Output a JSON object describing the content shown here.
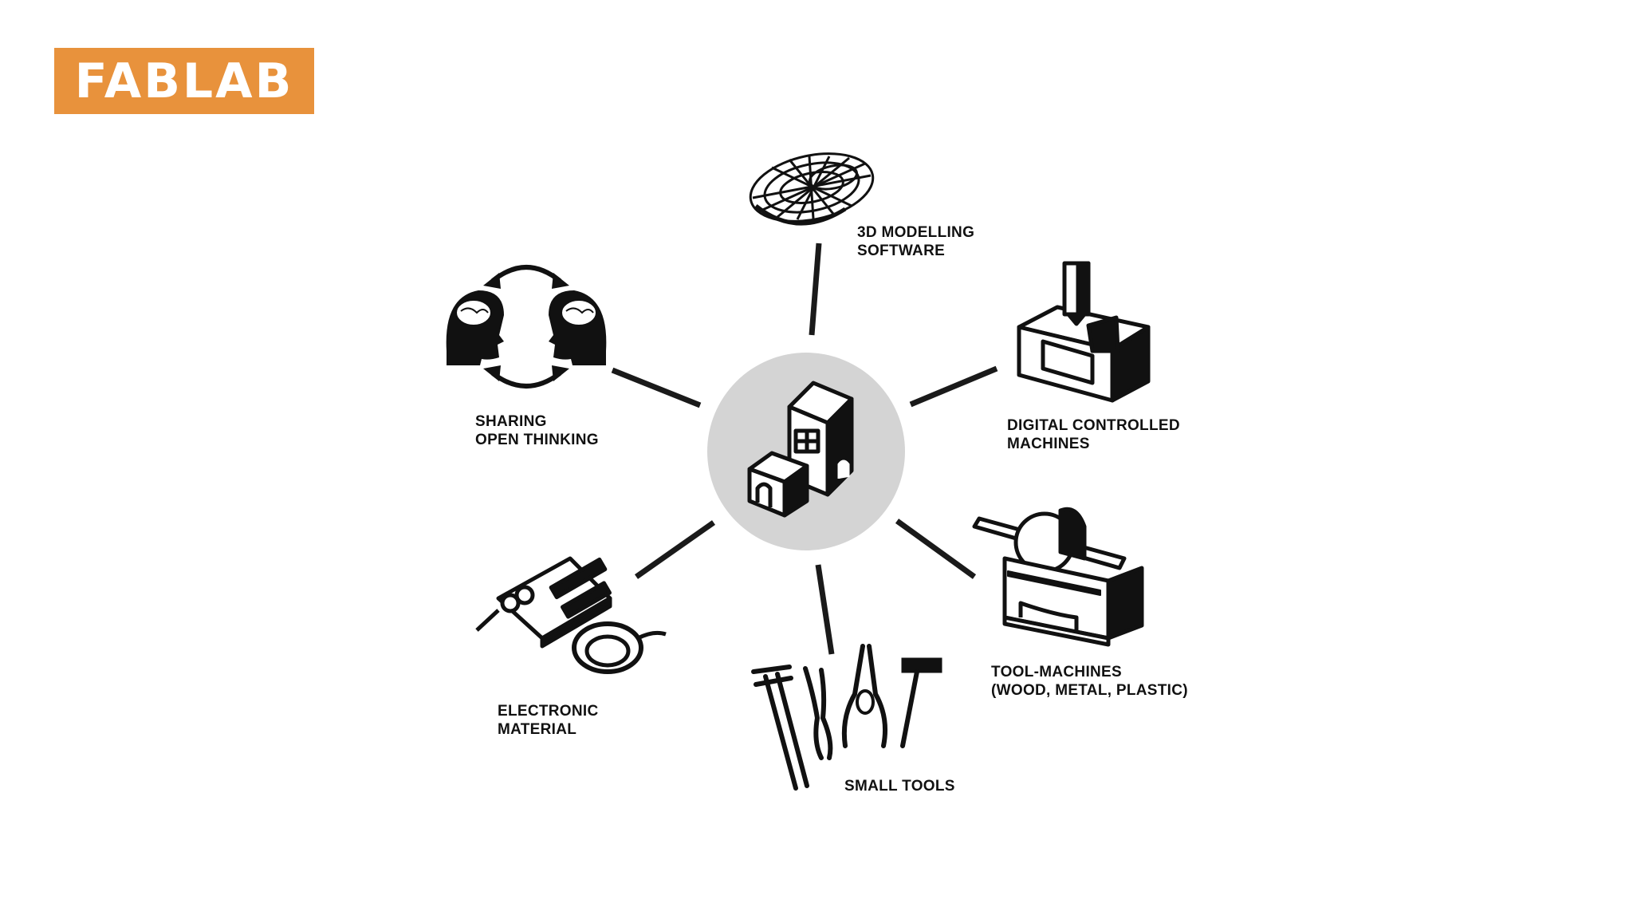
{
  "header": {
    "badge_text": "FABLAB"
  },
  "hub": {
    "name": "fablab-building-icon"
  },
  "nodes": [
    {
      "id": "3d-modelling",
      "label_line1": "3D MODELLING",
      "label_line2": "SOFTWARE",
      "icon": "wireframe-torus-icon"
    },
    {
      "id": "digital-controlled",
      "label_line1": "DIGITAL CONTROLLED",
      "label_line2": "MACHINES",
      "icon": "cnc-machine-icon"
    },
    {
      "id": "tool-machines",
      "label_line1": "TOOL-MACHINES",
      "label_line2": "(WOOD, METAL, PLASTIC)",
      "icon": "table-saw-icon"
    },
    {
      "id": "small-tools",
      "label_line1": "SMALL TOOLS",
      "icon": "hand-tools-icon"
    },
    {
      "id": "electronic",
      "label_line1": "ELECTRONIC",
      "label_line2": "MATERIAL",
      "icon": "circuit-board-icon"
    },
    {
      "id": "sharing",
      "label_line1": "SHARING",
      "label_line2": "OPEN THINKING",
      "icon": "two-heads-icon"
    }
  ],
  "colors": {
    "badge_background": "#E8923C",
    "badge_text": "#FFFFFF",
    "hub_circle": "#D4D4D4",
    "line": "#1A1A1A",
    "text": "#111111"
  }
}
